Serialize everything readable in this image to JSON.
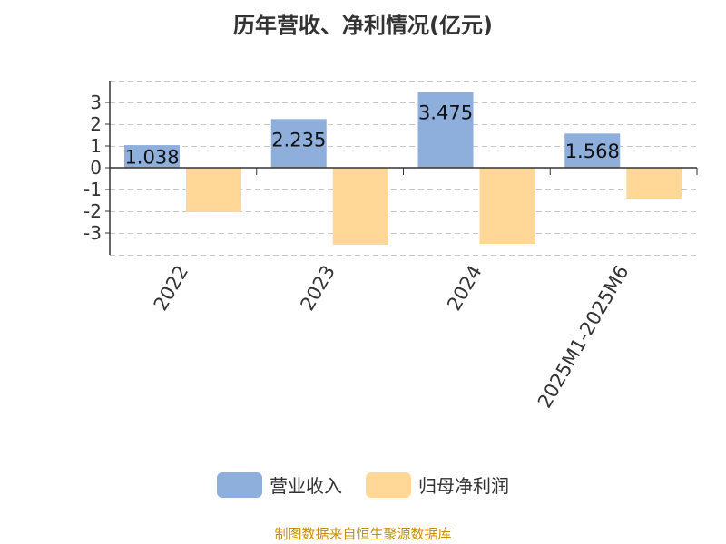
{
  "chart_data": {
    "type": "bar",
    "title": "历年营收、净利情况(亿元)",
    "categories": [
      "2022",
      "2023",
      "2024",
      "2025M1-2025M6"
    ],
    "series": [
      {
        "name": "营业收入",
        "color": "#8eaedb",
        "values": [
          1.038,
          2.235,
          3.475,
          1.568
        ],
        "labels": [
          "1.038",
          "2.235",
          "3.475",
          "1.568"
        ]
      },
      {
        "name": "归母净利润",
        "color": "#ffd898",
        "values": [
          -2.04,
          -3.54,
          -3.5,
          -1.42
        ]
      }
    ],
    "ylim": [
      -4,
      4
    ],
    "yticks": [
      "-3",
      "-2",
      "-1",
      "0",
      "1",
      "2",
      "3"
    ],
    "grid": true,
    "legend": "bottom"
  },
  "source": "制图数据来自恒生聚源数据库"
}
